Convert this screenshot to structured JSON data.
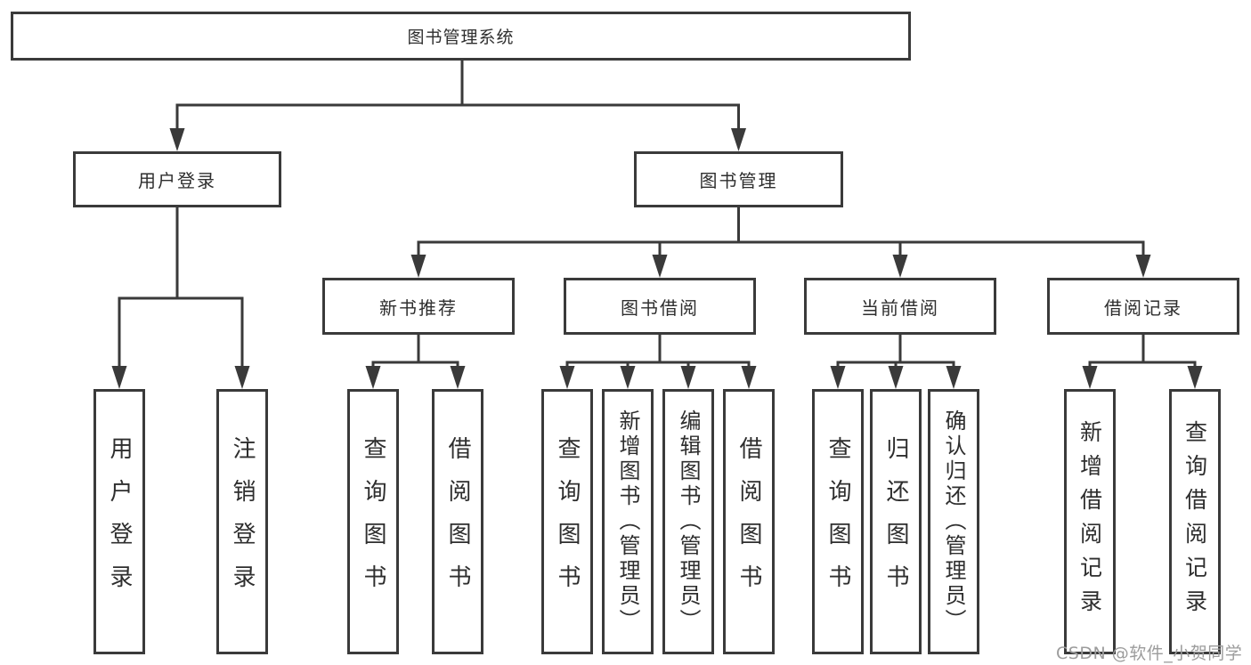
{
  "colors": {
    "line": "#3a3a3a",
    "text": "#2e2e2e",
    "watermark": "#9c9c9c",
    "background": "#ffffff"
  },
  "watermark": {
    "text": "CSDN @软件_小贺同学"
  },
  "tree": {
    "label": "图书管理系统",
    "children": [
      {
        "label": "用户登录",
        "children": [
          {
            "label": "用户登录"
          },
          {
            "label": "注销登录"
          }
        ]
      },
      {
        "label": "图书管理",
        "children": [
          {
            "label": "新书推荐",
            "children": [
              {
                "label": "查询图书"
              },
              {
                "label": "借阅图书"
              }
            ]
          },
          {
            "label": "图书借阅",
            "children": [
              {
                "label": "查询图书"
              },
              {
                "label": "新增图书（管理员）"
              },
              {
                "label": "编辑图书（管理员）"
              },
              {
                "label": "借阅图书"
              }
            ]
          },
          {
            "label": "当前借阅",
            "children": [
              {
                "label": "查询图书"
              },
              {
                "label": "归还图书"
              },
              {
                "label": "确认归还（管理员）"
              }
            ]
          },
          {
            "label": "借阅记录",
            "children": [
              {
                "label": "新增借阅记录"
              },
              {
                "label": "查询借阅记录"
              }
            ]
          }
        ]
      }
    ]
  }
}
